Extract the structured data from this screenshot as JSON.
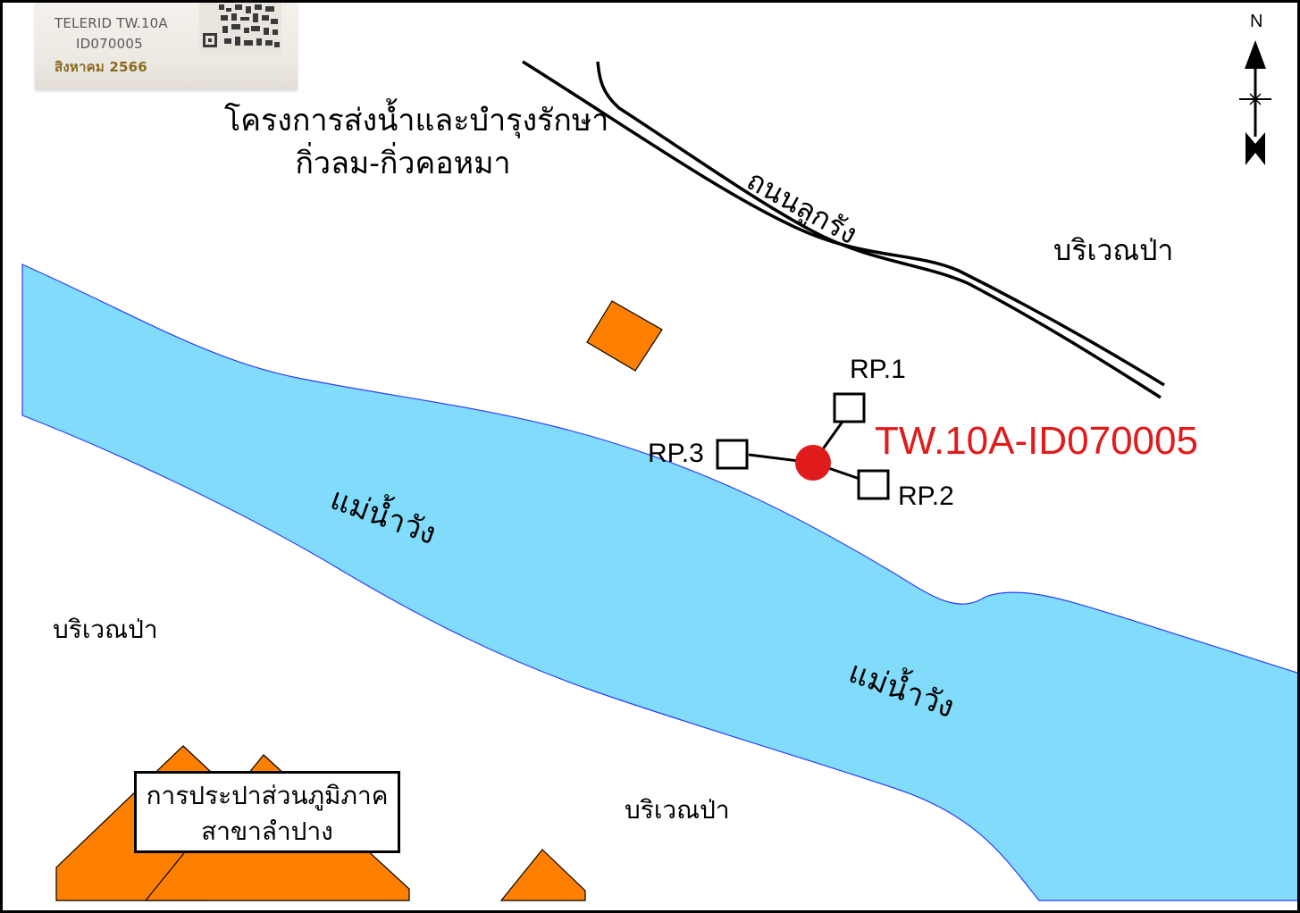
{
  "qr_photo": {
    "line1": "TELERID TW.10A",
    "line2": "ID070005",
    "line3": "สิงหาคม 2566"
  },
  "project": {
    "line1": "โครงการส่งน้ำและบำรุงรักษา",
    "line2": "กิ่วลม-กิ่วคอหมา"
  },
  "labels": {
    "road": "ถนนลูกรัง",
    "forest_ne": "บริเวณป่า",
    "forest_w": "บริเวณป่า",
    "forest_s": "บริเวณป่า",
    "river_1": "แม่น้ำวัง",
    "river_2": "แม่น้ำวัง"
  },
  "well": {
    "id": "TW.10A-ID070005",
    "color": "#e01b1b"
  },
  "reference_points": {
    "rp1": "RP.1",
    "rp2": "RP.2",
    "rp3": "RP.3"
  },
  "pwa_box": {
    "line1": "การประปาส่วนภูมิภาค",
    "line2": "สาขาลำปาง"
  },
  "north": {
    "label": "N",
    "icon": "north-arrow-icon"
  },
  "colors": {
    "river_fill": "#80dcfa",
    "river_edge": "#2a3cff",
    "building_fill": "#ff7f00",
    "road_line": "#000000"
  }
}
